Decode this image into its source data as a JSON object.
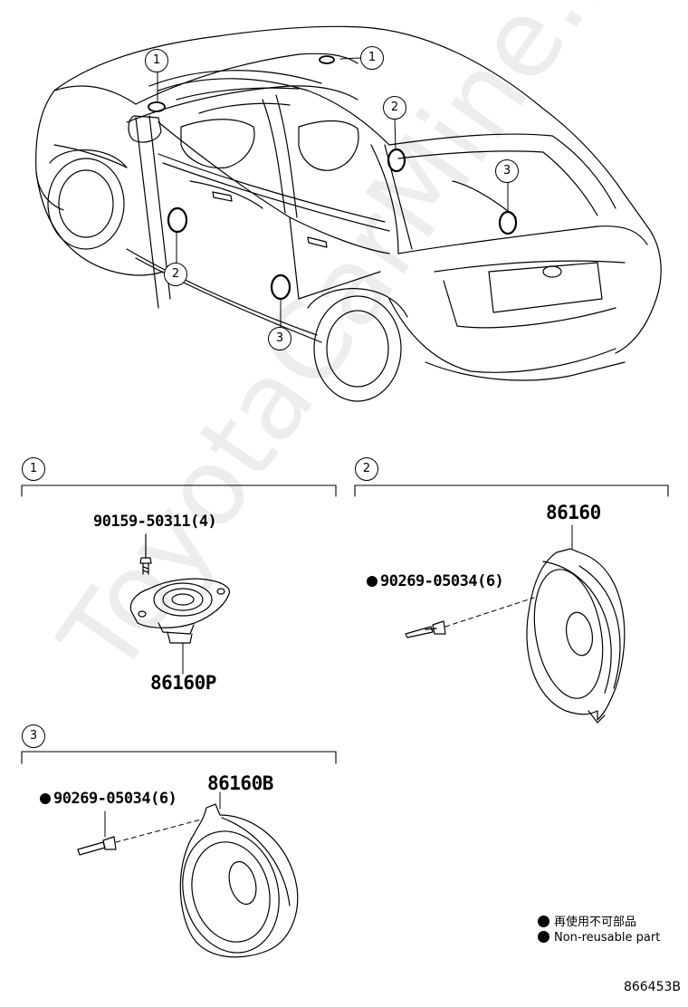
{
  "watermark": "ToyotaCarMine.ru",
  "callouts": {
    "c1": "1",
    "c2": "2",
    "c3": "3"
  },
  "sections": [
    {
      "id": "1",
      "parts": [
        {
          "number": "90159-50311(4)",
          "non_reusable": false
        },
        {
          "number": "86160P",
          "non_reusable": false
        }
      ]
    },
    {
      "id": "2",
      "parts": [
        {
          "number": "86160",
          "non_reusable": false
        },
        {
          "number": "90269-05034(6)",
          "non_reusable": true
        }
      ]
    },
    {
      "id": "3",
      "parts": [
        {
          "number": "86160B",
          "non_reusable": false
        },
        {
          "number": "90269-05034(6)",
          "non_reusable": true
        }
      ]
    }
  ],
  "labels": {
    "screw": "90159-50311(4)",
    "tweeter": "86160P",
    "front_speaker": "86160",
    "rivet_front": "90269-05034(6)",
    "rear_speaker": "86160B",
    "rivet_rear": "90269-05034(6)"
  },
  "legend": {
    "jp": "再使用不可部品",
    "en": "Non-reusable part"
  },
  "illustration_code": "866453B"
}
